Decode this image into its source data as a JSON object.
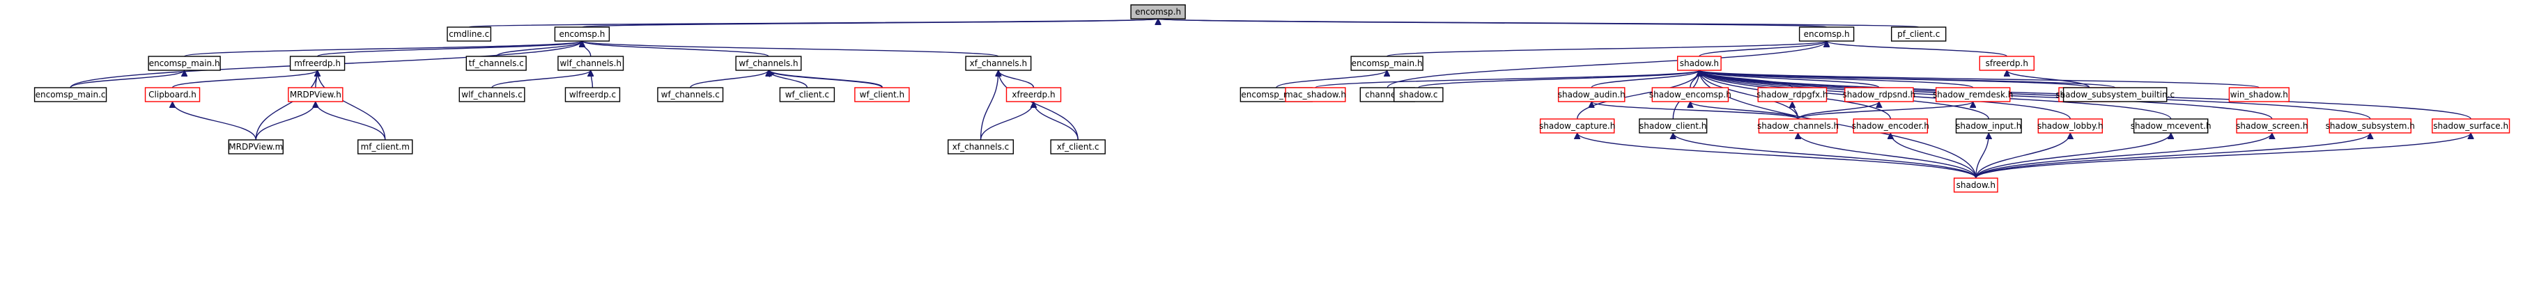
{
  "graph": {
    "nodes": [
      {
        "id": "encomsp_h_root",
        "label": "encomsp.h",
        "border": "gray"
      },
      {
        "id": "cmdline_c",
        "label": "cmdline.c",
        "border": "black"
      },
      {
        "id": "encomsp_h_a",
        "label": "encomsp.h",
        "border": "black"
      },
      {
        "id": "encomsp_h_b",
        "label": "encomsp.h",
        "border": "black"
      },
      {
        "id": "pf_client_c",
        "label": "pf_client.c",
        "border": "black"
      },
      {
        "id": "encomsp_main_h_a",
        "label": "encomsp_main.h",
        "border": "black"
      },
      {
        "id": "mfreerdp_h",
        "label": "mfreerdp.h",
        "border": "black"
      },
      {
        "id": "tf_channels_c",
        "label": "tf_channels.c",
        "border": "black"
      },
      {
        "id": "wlf_channels_h",
        "label": "wlf_channels.h",
        "border": "black"
      },
      {
        "id": "wf_channels_h",
        "label": "wf_channels.h",
        "border": "black"
      },
      {
        "id": "xf_channels_h",
        "label": "xf_channels.h",
        "border": "black"
      },
      {
        "id": "encomsp_main_c_a",
        "label": "encomsp_main.c",
        "border": "black"
      },
      {
        "id": "clipboard_h",
        "label": "Clipboard.h",
        "border": "red"
      },
      {
        "id": "mrdpview_h",
        "label": "MRDPView.h",
        "border": "red"
      },
      {
        "id": "mrdpview_m",
        "label": "MRDPView.m",
        "border": "black"
      },
      {
        "id": "mf_client_m",
        "label": "mf_client.m",
        "border": "black"
      },
      {
        "id": "wlf_channels_c",
        "label": "wlf_channels.c",
        "border": "black"
      },
      {
        "id": "wlfreerdp_c",
        "label": "wlfreerdp.c",
        "border": "black"
      },
      {
        "id": "wf_channels_c",
        "label": "wf_channels.c",
        "border": "black"
      },
      {
        "id": "wf_client_c",
        "label": "wf_client.c",
        "border": "black"
      },
      {
        "id": "wf_client_h",
        "label": "wf_client.h",
        "border": "red"
      },
      {
        "id": "xfreerdp_h",
        "label": "xfreerdp.h",
        "border": "red"
      },
      {
        "id": "xf_channels_c",
        "label": "xf_channels.c",
        "border": "black"
      },
      {
        "id": "xf_client_c",
        "label": "xf_client.c",
        "border": "black"
      },
      {
        "id": "encomsp_main_h_b",
        "label": "encomsp_main.h",
        "border": "black"
      },
      {
        "id": "encomsp_main_c_b",
        "label": "encomsp_main.c",
        "border": "black"
      },
      {
        "id": "channels_c",
        "label": "channels.c",
        "border": "black"
      },
      {
        "id": "shadow_h_top",
        "label": "shadow.h",
        "border": "red"
      },
      {
        "id": "sfreerdp_h",
        "label": "sfreerdp.h",
        "border": "red"
      },
      {
        "id": "sf_encomsp_h",
        "label": "sf_encomsp.h",
        "border": "red"
      },
      {
        "id": "mac_shadow_h",
        "label": "mac_shadow.h",
        "border": "red"
      },
      {
        "id": "shadow_c",
        "label": "shadow.c",
        "border": "black"
      },
      {
        "id": "shadow_audin_h",
        "label": "shadow_audin.h",
        "border": "red"
      },
      {
        "id": "shadow_encomsp_h",
        "label": "shadow_encomsp.h",
        "border": "red"
      },
      {
        "id": "shadow_rdpgfx_h",
        "label": "shadow_rdpgfx.h",
        "border": "red"
      },
      {
        "id": "shadow_rdpsnd_h",
        "label": "shadow_rdpsnd.h",
        "border": "red"
      },
      {
        "id": "shadow_remdesk_h",
        "label": "shadow_remdesk.h",
        "border": "red"
      },
      {
        "id": "shadow_subsystem_builtin_c",
        "label": "shadow_subsystem_builtin.c",
        "border": "black"
      },
      {
        "id": "win_shadow_h",
        "label": "win_shadow.h",
        "border": "red"
      },
      {
        "id": "shadow_capture_h",
        "label": "shadow_capture.h",
        "border": "red"
      },
      {
        "id": "shadow_client_h",
        "label": "shadow_client.h",
        "border": "black"
      },
      {
        "id": "shadow_channels_h",
        "label": "shadow_channels.h",
        "border": "red"
      },
      {
        "id": "shadow_encoder_h",
        "label": "shadow_encoder.h",
        "border": "red"
      },
      {
        "id": "shadow_input_h",
        "label": "shadow_input.h",
        "border": "black"
      },
      {
        "id": "shadow_lobby_h",
        "label": "shadow_lobby.h",
        "border": "red"
      },
      {
        "id": "shadow_mcevent_h",
        "label": "shadow_mcevent.h",
        "border": "black"
      },
      {
        "id": "shadow_screen_h",
        "label": "shadow_screen.h",
        "border": "red"
      },
      {
        "id": "shadow_subsystem_h",
        "label": "shadow_subsystem.h",
        "border": "red"
      },
      {
        "id": "shadow_surface_h",
        "label": "shadow_surface.h",
        "border": "red"
      },
      {
        "id": "shadow_h_bottom",
        "label": "shadow.h",
        "border": "red"
      }
    ],
    "edges": [
      [
        "cmdline_c",
        "encomsp_h_root"
      ],
      [
        "encomsp_h_a",
        "encomsp_h_root"
      ],
      [
        "encomsp_h_b",
        "encomsp_h_root"
      ],
      [
        "pf_client_c",
        "encomsp_h_root"
      ],
      [
        "encomsp_main_c_a",
        "encomsp_h_a"
      ],
      [
        "encomsp_main_h_a",
        "encomsp_h_a"
      ],
      [
        "mfreerdp_h",
        "encomsp_h_a"
      ],
      [
        "tf_channels_c",
        "encomsp_h_a"
      ],
      [
        "wlf_channels_h",
        "encomsp_h_a"
      ],
      [
        "wf_channels_h",
        "encomsp_h_a"
      ],
      [
        "xf_channels_h",
        "encomsp_h_a"
      ],
      [
        "encomsp_main_c_a",
        "encomsp_main_h_a"
      ],
      [
        "clipboard_h",
        "mfreerdp_h"
      ],
      [
        "mrdpview_h",
        "mfreerdp_h"
      ],
      [
        "mrdpview_m",
        "mfreerdp_h"
      ],
      [
        "mf_client_m",
        "mfreerdp_h"
      ],
      [
        "mrdpview_m",
        "clipboard_h"
      ],
      [
        "mrdpview_m",
        "mrdpview_h"
      ],
      [
        "mf_client_m",
        "mrdpview_h"
      ],
      [
        "wlf_channels_c",
        "wlf_channels_h"
      ],
      [
        "wlfreerdp_c",
        "wlf_channels_h"
      ],
      [
        "wf_channels_c",
        "wf_channels_h"
      ],
      [
        "wf_client_c",
        "wf_channels_h"
      ],
      [
        "wf_client_h",
        "wf_channels_h"
      ],
      [
        "wf_client_h",
        "wf_channels_h"
      ],
      [
        "xfreerdp_h",
        "xf_channels_h"
      ],
      [
        "xf_channels_c",
        "xf_channels_h"
      ],
      [
        "xf_client_c",
        "xf_channels_h"
      ],
      [
        "xf_channels_c",
        "xfreerdp_h"
      ],
      [
        "xf_client_c",
        "xfreerdp_h"
      ],
      [
        "encomsp_main_h_b",
        "encomsp_h_b"
      ],
      [
        "channels_c",
        "encomsp_h_b"
      ],
      [
        "shadow_h_top",
        "encomsp_h_b"
      ],
      [
        "sfreerdp_h",
        "encomsp_h_b"
      ],
      [
        "encomsp_main_c_b",
        "encomsp_main_h_b"
      ],
      [
        "sf_encomsp_h",
        "sfreerdp_h"
      ],
      [
        "mac_shadow_h",
        "shadow_h_top"
      ],
      [
        "shadow_c",
        "shadow_h_top"
      ],
      [
        "shadow_audin_h",
        "shadow_h_top"
      ],
      [
        "shadow_encomsp_h",
        "shadow_h_top"
      ],
      [
        "shadow_rdpgfx_h",
        "shadow_h_top"
      ],
      [
        "shadow_rdpsnd_h",
        "shadow_h_top"
      ],
      [
        "shadow_remdesk_h",
        "shadow_h_top"
      ],
      [
        "shadow_subsystem_builtin_c",
        "shadow_h_top"
      ],
      [
        "win_shadow_h",
        "shadow_h_top"
      ],
      [
        "sf_encomsp_h",
        "shadow_h_top"
      ],
      [
        "shadow_capture_h",
        "shadow_h_top"
      ],
      [
        "shadow_client_h",
        "shadow_h_top"
      ],
      [
        "shadow_channels_h",
        "shadow_h_top"
      ],
      [
        "shadow_encoder_h",
        "shadow_h_top"
      ],
      [
        "shadow_input_h",
        "shadow_h_top"
      ],
      [
        "shadow_lobby_h",
        "shadow_h_top"
      ],
      [
        "shadow_mcevent_h",
        "shadow_h_top"
      ],
      [
        "shadow_screen_h",
        "shadow_h_top"
      ],
      [
        "shadow_subsystem_h",
        "shadow_h_top"
      ],
      [
        "shadow_surface_h",
        "shadow_h_top"
      ],
      [
        "shadow_h_bottom",
        "shadow_h_top"
      ],
      [
        "shadow_channels_h",
        "shadow_audin_h"
      ],
      [
        "shadow_channels_h",
        "shadow_encomsp_h"
      ],
      [
        "shadow_channels_h",
        "shadow_rdpgfx_h"
      ],
      [
        "shadow_channels_h",
        "shadow_rdpsnd_h"
      ],
      [
        "shadow_channels_h",
        "shadow_remdesk_h"
      ],
      [
        "shadow_h_bottom",
        "shadow_capture_h"
      ],
      [
        "shadow_h_bottom",
        "shadow_client_h"
      ],
      [
        "shadow_h_bottom",
        "shadow_channels_h"
      ],
      [
        "shadow_h_bottom",
        "shadow_encoder_h"
      ],
      [
        "shadow_h_bottom",
        "shadow_input_h"
      ],
      [
        "shadow_h_bottom",
        "shadow_lobby_h"
      ],
      [
        "shadow_h_bottom",
        "shadow_mcevent_h"
      ],
      [
        "shadow_h_bottom",
        "shadow_screen_h"
      ],
      [
        "shadow_h_bottom",
        "shadow_subsystem_h"
      ],
      [
        "shadow_h_bottom",
        "shadow_surface_h"
      ]
    ]
  }
}
